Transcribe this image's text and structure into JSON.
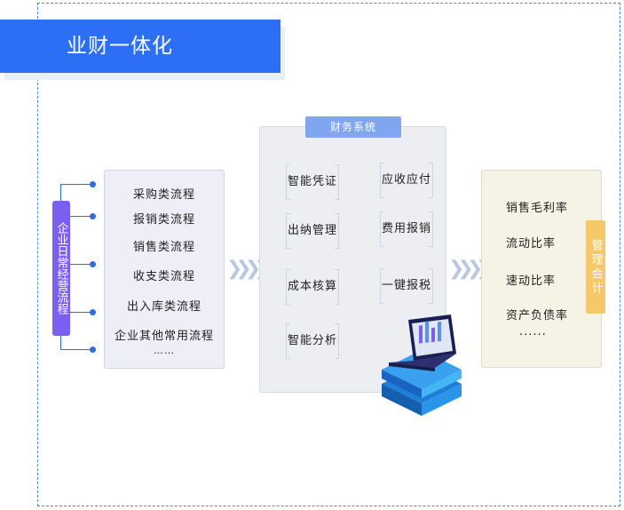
{
  "title": "业财一体化",
  "left_label": "企业日常经营流程",
  "processes": [
    "采购类流程",
    "报销类流程",
    "销售类流程",
    "收支类流程",
    "出入库类流程",
    "企业其他常用流程",
    "……"
  ],
  "finance": {
    "tab": "财务系统",
    "items": [
      "智能凭证",
      "应收应付",
      "出纳管理",
      "费用报销",
      "成本核算",
      "一键报税",
      "智能分析"
    ]
  },
  "metrics": {
    "items": [
      "销售毛利率",
      "流动比率",
      "速动比率",
      "资产负债率",
      "······"
    ],
    "side_tab": "管理会计"
  },
  "icons": [
    "chevrons-right-icon",
    "laptop-illustration"
  ],
  "colors": {
    "banner": "#2c6ff5",
    "pill": "#7a5ff0",
    "tab": "#7fa6ee",
    "mgmt": "#f5c86a"
  }
}
